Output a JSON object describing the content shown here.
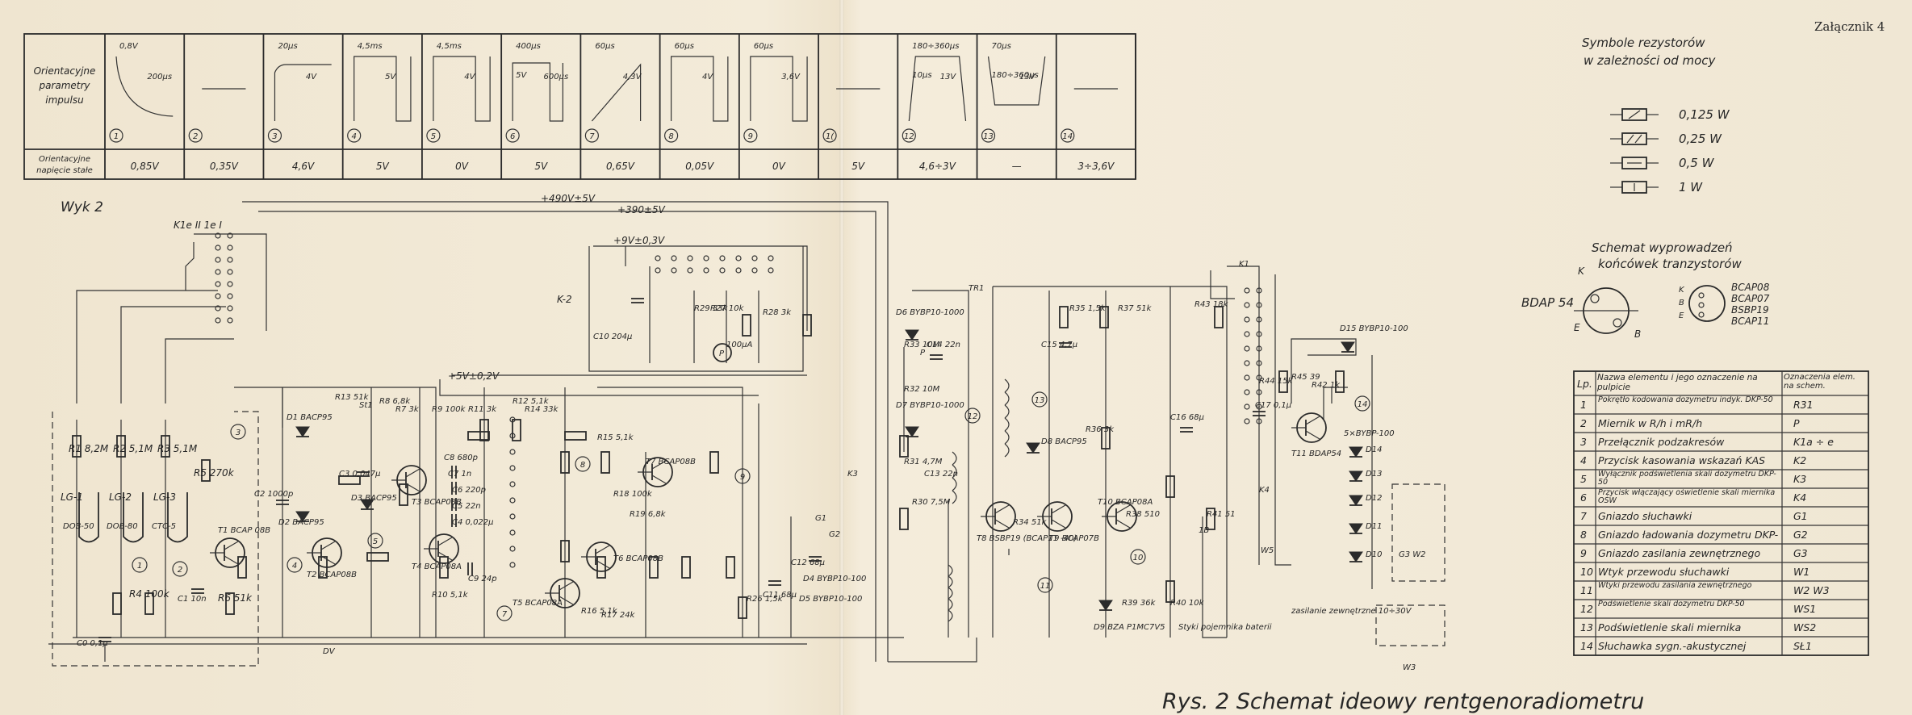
{
  "annex_label": "Załącznik 4",
  "figure_caption": "Rys. 2 Schemat ideowy rentgenoradiometru",
  "wyk_label": "Wyk 2",
  "pulse_table": {
    "row1_header": [
      "Orientacyjne",
      "parametry",
      "impulsu"
    ],
    "row2_header": [
      "Orientacyjne",
      "napięcie stałe"
    ],
    "cells": [
      {
        "num": "1",
        "dc": "0,85V",
        "notes": [
          "0,8V",
          "200µs"
        ]
      },
      {
        "num": "2",
        "dc": "0,35V",
        "notes": []
      },
      {
        "num": "3",
        "dc": "4,6V",
        "notes": [
          "20µs",
          "4V"
        ]
      },
      {
        "num": "4",
        "dc": "5V",
        "notes": [
          "4,5ms",
          "5V"
        ]
      },
      {
        "num": "5",
        "dc": "0V",
        "notes": [
          "4,5ms",
          "4V"
        ]
      },
      {
        "num": "6",
        "dc": "5V",
        "notes": [
          "400µs",
          "600µs",
          "5V"
        ]
      },
      {
        "num": "7",
        "dc": "0,65V",
        "notes": [
          "60µs",
          "4,3V"
        ]
      },
      {
        "num": "8",
        "dc": "0,05V",
        "notes": [
          "60µs",
          "4V"
        ]
      },
      {
        "num": "9",
        "dc": "0V",
        "notes": [
          "60µs",
          "3,6V"
        ]
      },
      {
        "num": "1(",
        "dc": "5V",
        "notes": []
      },
      {
        "num": "12",
        "dc": "4,6÷3V",
        "notes": [
          "180÷360µs",
          "13V",
          "10µs"
        ]
      },
      {
        "num": "13",
        "dc": "—",
        "notes": [
          "70µs",
          "13V",
          "180÷360µs"
        ]
      },
      {
        "num": "14",
        "dc": "3÷3,6V",
        "notes": []
      }
    ]
  },
  "resistor_legend": {
    "title": [
      "Symbole rezystorów",
      "w zależności od mocy"
    ],
    "items": [
      "0,125 W",
      "0,25 W",
      "0,5 W",
      "1 W"
    ]
  },
  "transistor_pinout": {
    "title": [
      "Schemat wyprowadzeń",
      "końcówek tranzystorów"
    ],
    "left_type": "BDAP 54",
    "left_pins": [
      "K",
      "E",
      "B"
    ],
    "right_pins": [
      "K",
      "B",
      "E"
    ],
    "right_types": [
      "BCAP08",
      "BCAP07",
      "BSBP19",
      "BCAP11"
    ]
  },
  "parts_table": {
    "headers": [
      "Lp.",
      "Nazwa elementu i jego oznaczenie na pulpicie",
      "Oznaczenia elem. na schem."
    ],
    "rows": [
      [
        "1",
        "Pokrętło kodowania dozymetru indyk. DKP-50",
        "R31"
      ],
      [
        "2",
        "Miernik w R/h i mR/h",
        "P"
      ],
      [
        "3",
        "Przełącznik podzakresów",
        "K1a ÷ e"
      ],
      [
        "4",
        "Przycisk kasowania wskazań KAS",
        "K2"
      ],
      [
        "5",
        "Wyłącznik podświetlenia skali dozymetru DKP-50",
        "K3"
      ],
      [
        "6",
        "Przycisk włączający oświetlenie skali miernika OŚW",
        "K4"
      ],
      [
        "7",
        "Gniazdo słuchawki",
        "G1"
      ],
      [
        "8",
        "Gniazdo ładowania dozymetru DKP-50",
        "G2"
      ],
      [
        "9",
        "Gniazdo zasilania zewnętrznego",
        "G3"
      ],
      [
        "10",
        "Wtyk przewodu słuchawki",
        "W1"
      ],
      [
        "11",
        "Wtyki przewodu zasilania zewnętrznego",
        "W2 W3"
      ],
      [
        "12",
        "Podświetlenie skali dozymetru DKP-50",
        "WS1"
      ],
      [
        "13",
        "Podświetlenie skali miernika",
        "WS2"
      ],
      [
        "14",
        "Słuchawka sygn.-akustycznej",
        "SŁ1"
      ]
    ]
  },
  "rail_labels": [
    "+490V±5V",
    "+390±5V",
    "+9V±0,3V",
    "+5V±0,2V",
    "K1e II 1e I",
    "K-2"
  ],
  "component_labels": {
    "tubes": [
      "LG-1",
      "LG-2",
      "LG-3"
    ],
    "tube_types": [
      "DOB-50",
      "DOB-80",
      "CTC-5"
    ],
    "resistors_left": [
      "R1 8,2M",
      "R2 5,1M",
      "R3 5,1M",
      "R4 100k",
      "R5 270k",
      "R6 51k"
    ],
    "transistors": [
      "T1 BCAP 08B",
      "T2 BCAP08B",
      "T3 BCAP08B",
      "T4 BCAP08A",
      "T5 BCAP08A",
      "T6 BCAP08B",
      "T7 BCAP08B",
      "T8 BSBP19 (BCAP11 -40)",
      "T9 BCAP07B",
      "T10 BCAP08A",
      "T11 BDAP54"
    ],
    "caps": [
      "C0 0,1µ",
      "C1 10n",
      "C2 1000p",
      "C3 0,047µ",
      "C8 680p",
      "C7 1n",
      "C6 220p",
      "C5 22n",
      "C4 0,022µ",
      "C9 24p",
      "C10 204µ",
      "C11 68µ",
      "C12 68µ",
      "C13 22n",
      "C14 22n",
      "C15 4,7µ",
      "C16 68µ",
      "C17 0,1µ"
    ],
    "diodes": [
      "D1 BACP95",
      "D2 BACP95",
      "D3 BACP95",
      "D4 BYBP10-100",
      "D5 BYBP10-100",
      "D6 BYBP10-1000",
      "D7 BYBP10-1000",
      "D8 BACP95",
      "D9 BZA P1MC7V5",
      "D10",
      "D11",
      "D12",
      "D13",
      "D14",
      "5×BYBP-100",
      "D15 BYBP10-100"
    ],
    "misc": [
      "R10 5,1k",
      "R16 5,1k",
      "R17 24k",
      "R26 1,5k",
      "R29 33k",
      "R27 10k",
      "R28 3k",
      "R33 10M",
      "R32 10M",
      "R31 4,7M",
      "R30 7,5M",
      "R35 1,5k",
      "R37 51k",
      "R36 3k",
      "R34 51k",
      "R38 510",
      "R39 36k",
      "R40 10k",
      "R41 51",
      "R42 1k",
      "R43 18k",
      "R45 39",
      "R44 15k",
      "R15 5,1k",
      "R14 33k",
      "R12 5,1k",
      "R11 3k",
      "R9 100k",
      "R7 3k",
      "R8 6,8k",
      "R13 51k",
      "R18 100k",
      "R19 6,8k",
      "TR1",
      "K1",
      "K3",
      "K4",
      "G1",
      "G2",
      "G3 W2",
      "W3",
      "W5",
      "1B",
      "100µA",
      "P",
      "St1",
      "zasilanie zewnętrzne 10÷30V",
      "Styki pojemnika baterii",
      "DV"
    ]
  }
}
